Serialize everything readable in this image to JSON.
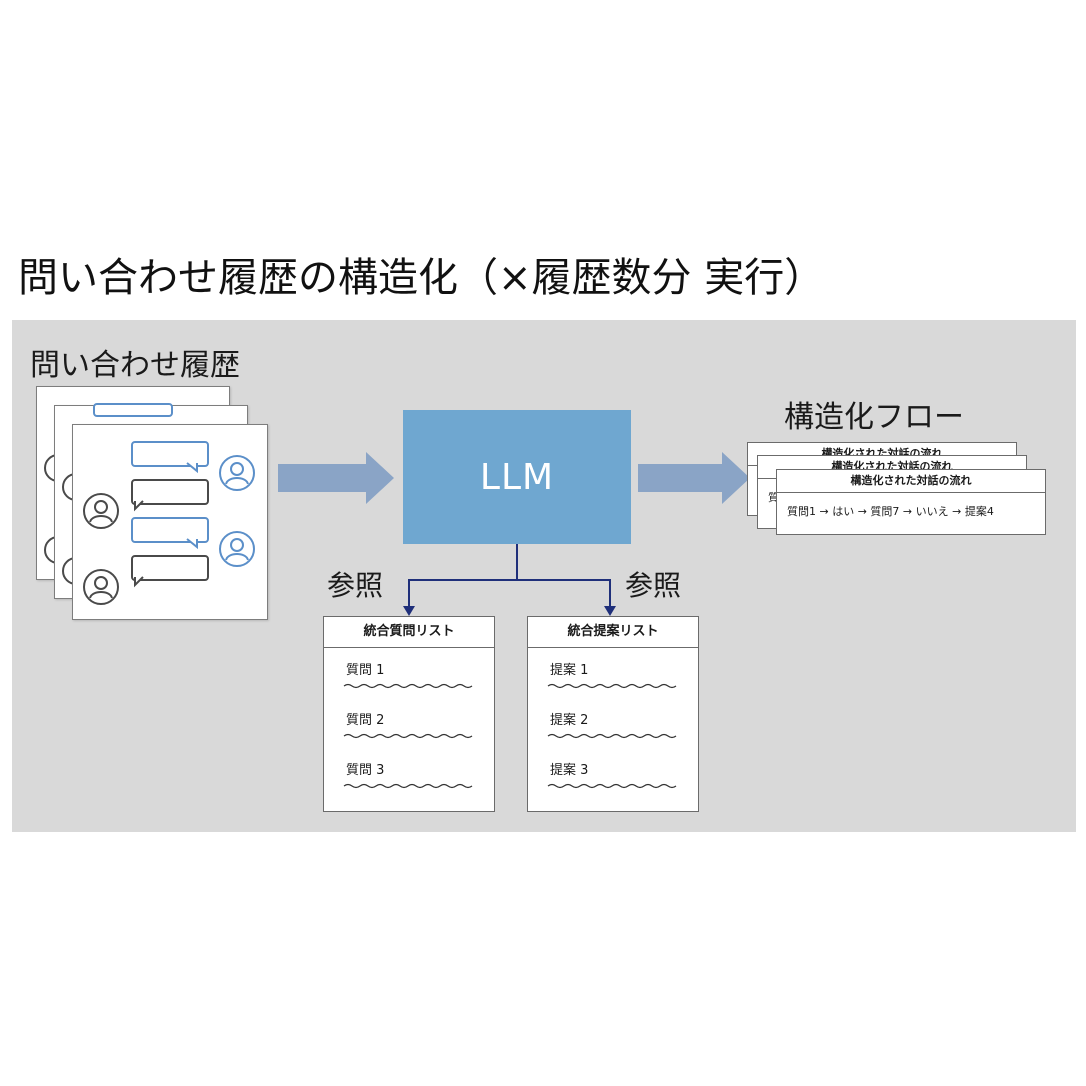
{
  "title": "問い合わせ履歴の構造化（×履歴数分 実行）",
  "history_label": "問い合わせ履歴",
  "flow_label": "構造化フロー",
  "llm_label": "LLM",
  "ref_left": "参照",
  "ref_right": "参照",
  "flow_cards": {
    "header": "構造化された対話の流れ",
    "back_header_1": "構造化された対話の流れ",
    "back_header_2": "構造化された対話の流れ",
    "body": "質問1 → はい → 質問7 → いいえ → 提案4",
    "back_body": "質"
  },
  "question_list": {
    "header": "統合質問リスト",
    "items": [
      "質問 1",
      "質問 2",
      "質問 3"
    ]
  },
  "proposal_list": {
    "header": "統合提案リスト",
    "items": [
      "提案 1",
      "提案 2",
      "提案 3"
    ]
  },
  "colors": {
    "panel_bg": "#d9d9d9",
    "llm_box": "#6fa7d0",
    "arrow_fill": "#8aa4c6",
    "connector": "#1f2f7a",
    "bubble_blue": "#5b8fc9",
    "bubble_gray": "#4a4a4a"
  },
  "icons": [
    "user-icon",
    "chat-bubble-icon",
    "arrow-right-icon",
    "arrow-down-icon"
  ]
}
